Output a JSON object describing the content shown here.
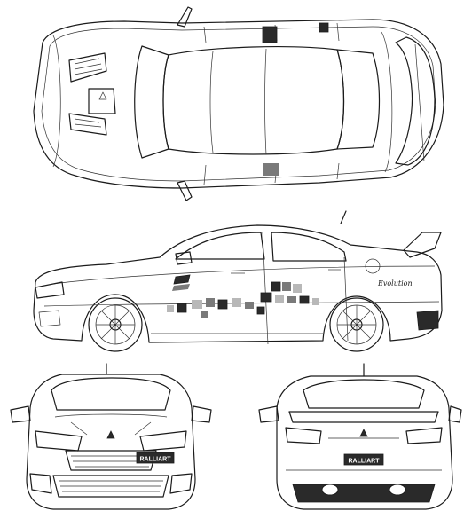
{
  "decals": {
    "front_plate": "RALLIART",
    "rear_plate": "RALLIART",
    "side_badge": "Evolution"
  },
  "colors": {
    "line": "#1b1b1b",
    "paper": "#ffffff",
    "decal_dark": "#2a2a2a",
    "decal_mid": "#7a7a7a",
    "decal_light": "#b8b8b8"
  }
}
